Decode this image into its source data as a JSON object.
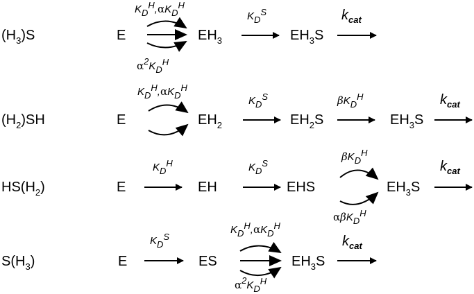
{
  "rows": [
    {
      "label_parts": [
        "(H",
        "3",
        ")S"
      ],
      "species": {
        "E": "E",
        "EH3": [
          "EH",
          "3"
        ],
        "EH3S": [
          "EH",
          "3",
          "S"
        ]
      },
      "constants": {
        "top": [
          "K",
          "D",
          "H",
          ",",
          "α",
          "K",
          "D",
          "H"
        ],
        "bottom": [
          "α",
          "2",
          "K",
          "D",
          "H"
        ],
        "s": [
          "K",
          "D",
          "S"
        ],
        "kcat": [
          "k",
          "cat"
        ]
      }
    },
    {
      "label_parts": [
        "(H",
        "2",
        ")SH"
      ],
      "species": {
        "E": "E",
        "EH2": [
          "EH",
          "2"
        ],
        "EH2S": [
          "EH",
          "2",
          "S"
        ],
        "EH3S": [
          "EH",
          "3",
          "S"
        ]
      },
      "constants": {
        "top": [
          "K",
          "D",
          "H",
          ",",
          "α",
          "K",
          "D",
          "H"
        ],
        "s": [
          "K",
          "D",
          "S"
        ],
        "h2": [
          "β",
          "K",
          "D",
          "H"
        ],
        "kcat": [
          "k",
          "cat"
        ]
      }
    },
    {
      "label_parts": [
        "HS(H",
        "2",
        ")"
      ],
      "species": {
        "E": "E",
        "EH": "EH",
        "EHS": "EHS",
        "EH3S": [
          "EH",
          "3",
          "S"
        ]
      },
      "constants": {
        "h": [
          "K",
          "D",
          "H"
        ],
        "s": [
          "K",
          "D",
          "S"
        ],
        "top": [
          "β",
          "K",
          "D",
          "H"
        ],
        "bottom": [
          "α",
          "β",
          "K",
          "D",
          "H"
        ],
        "kcat": [
          "k",
          "cat"
        ]
      }
    },
    {
      "label_parts": [
        "S(H",
        "3",
        ")"
      ],
      "species": {
        "E": "E",
        "ES": "ES",
        "EH3S": [
          "EH",
          "3",
          "S"
        ]
      },
      "constants": {
        "s": [
          "K",
          "D",
          "S"
        ],
        "top": [
          "K",
          "D",
          "H",
          ",",
          "α",
          "K",
          "D",
          "H"
        ],
        "bottom": [
          "α",
          "2",
          "K",
          "D",
          "H"
        ],
        "kcat": [
          "k",
          "cat"
        ]
      }
    }
  ]
}
